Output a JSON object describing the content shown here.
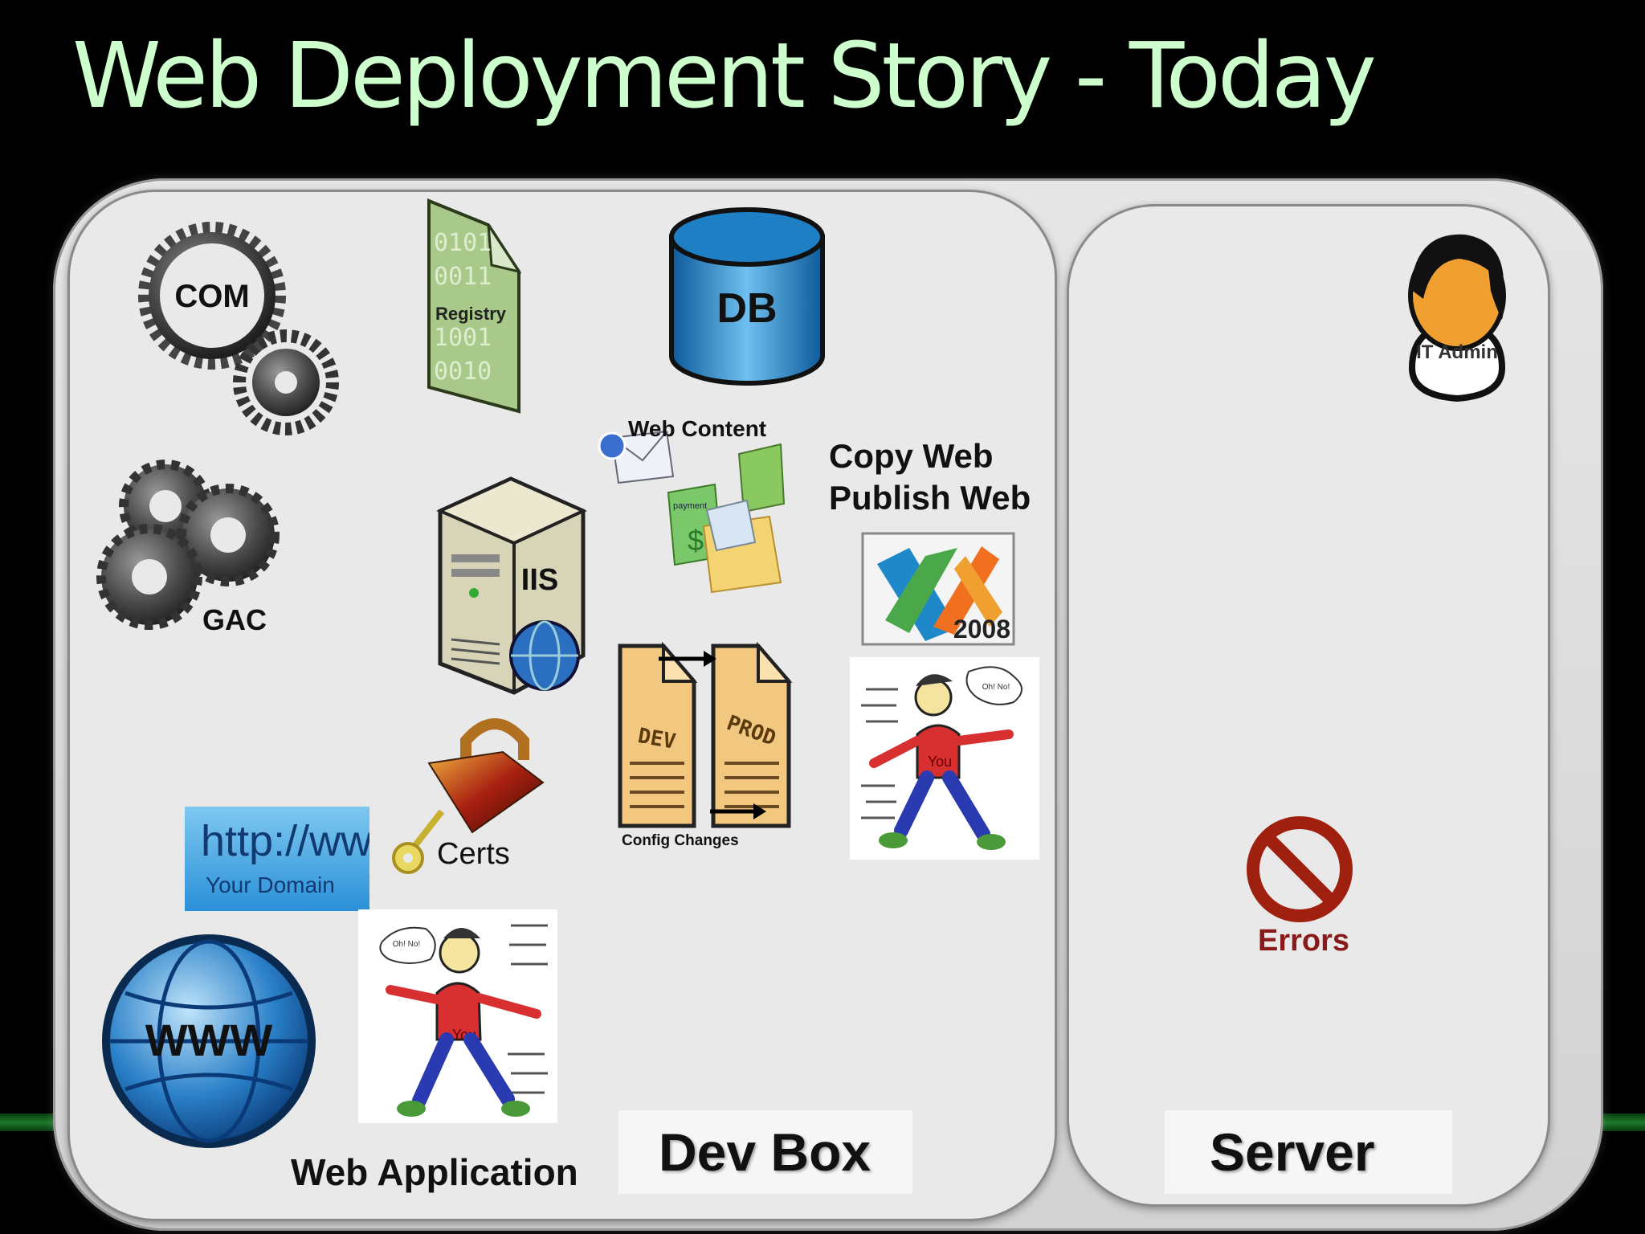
{
  "title": "Web Deployment  Story - Today",
  "labels": {
    "com": "COM",
    "registry": "Registry",
    "db": "DB",
    "web_content": "Web Content",
    "copy_web": "Copy Web",
    "publish_web": "Publish Web",
    "vs_year": "2008",
    "gac": "GAC",
    "iis": "IIS",
    "dev": "DEV",
    "prod": "PROD",
    "config_changes": "Config Changes",
    "certs": "Certs",
    "http": "http://ww",
    "your_domain": "Your Domain",
    "www": "WWW",
    "you": "You",
    "oh_no": "Oh! No!",
    "web_application": "Web Application",
    "dev_box": "Dev Box",
    "server": "Server",
    "it_admin": "IT Admin",
    "errors": "Errors",
    "payment": "payment"
  },
  "colors": {
    "title": "#ccffcc",
    "background": "#000000",
    "panel": "#e9e9e9",
    "db_blue": "#1f7fc4",
    "errors_red": "#8a1a1a"
  }
}
